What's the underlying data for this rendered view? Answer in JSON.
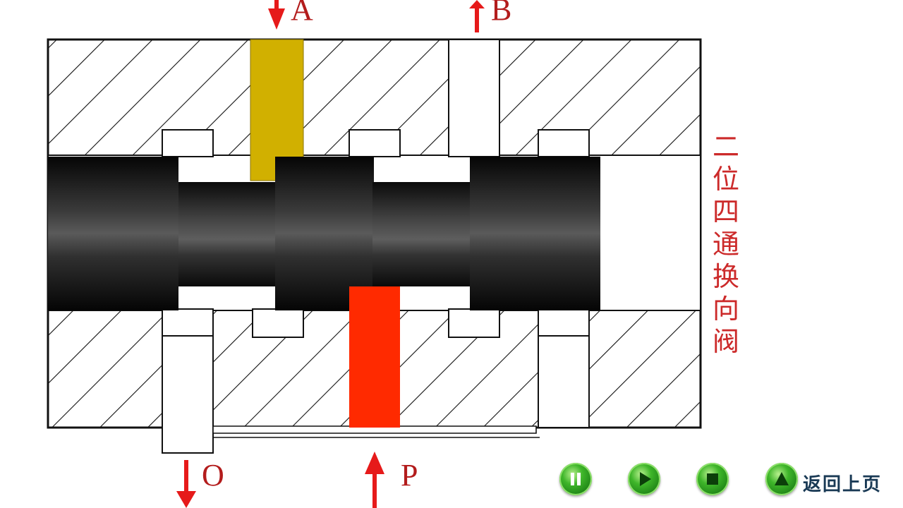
{
  "title": "二位四通换向阀",
  "title_chars": [
    "二",
    "位",
    "四",
    "通",
    "换",
    "向",
    "阀"
  ],
  "ports": {
    "a": "A",
    "b": "B",
    "o": "O",
    "p": "P"
  },
  "controls": {
    "back_label": "返回上页"
  },
  "icons": {
    "pause": "pause-icon",
    "play": "play-icon",
    "stop": "stop-icon",
    "up": "up-triangle-icon"
  },
  "colors": {
    "pressure": "#ff2a00",
    "return": "#d1b000",
    "arrow": "#e61a1a",
    "spool": "#1a1a1a",
    "button": "#2ea82a"
  }
}
